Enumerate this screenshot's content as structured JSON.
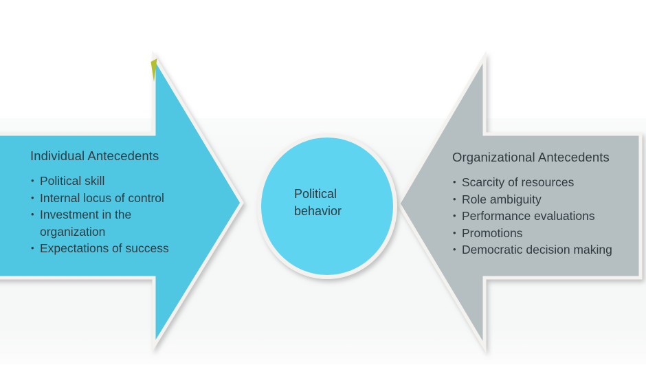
{
  "diagram": {
    "bullet_glyph": "•",
    "left_arrow": {
      "title": "Individual Antecedents",
      "items": [
        "Political skill",
        "Internal locus of control",
        "Investment in the organization",
        "Expectations of success"
      ]
    },
    "right_arrow": {
      "title": "Organizational Antecedents",
      "items": [
        "Scarcity of resources",
        "Role ambiguity",
        "Performance evaluations",
        "Promotions",
        "Democratic decision making"
      ]
    },
    "center_node": {
      "label": "Political behavior"
    },
    "colors": {
      "left_arrow_fill": "#4fc7e3",
      "right_arrow_fill": "#b5bfc1",
      "circle_fill": "#5ed4f0",
      "outline": "#f4f2ee",
      "text": "#2f3b41",
      "artifact_sliver": "#b5bf2e"
    }
  }
}
